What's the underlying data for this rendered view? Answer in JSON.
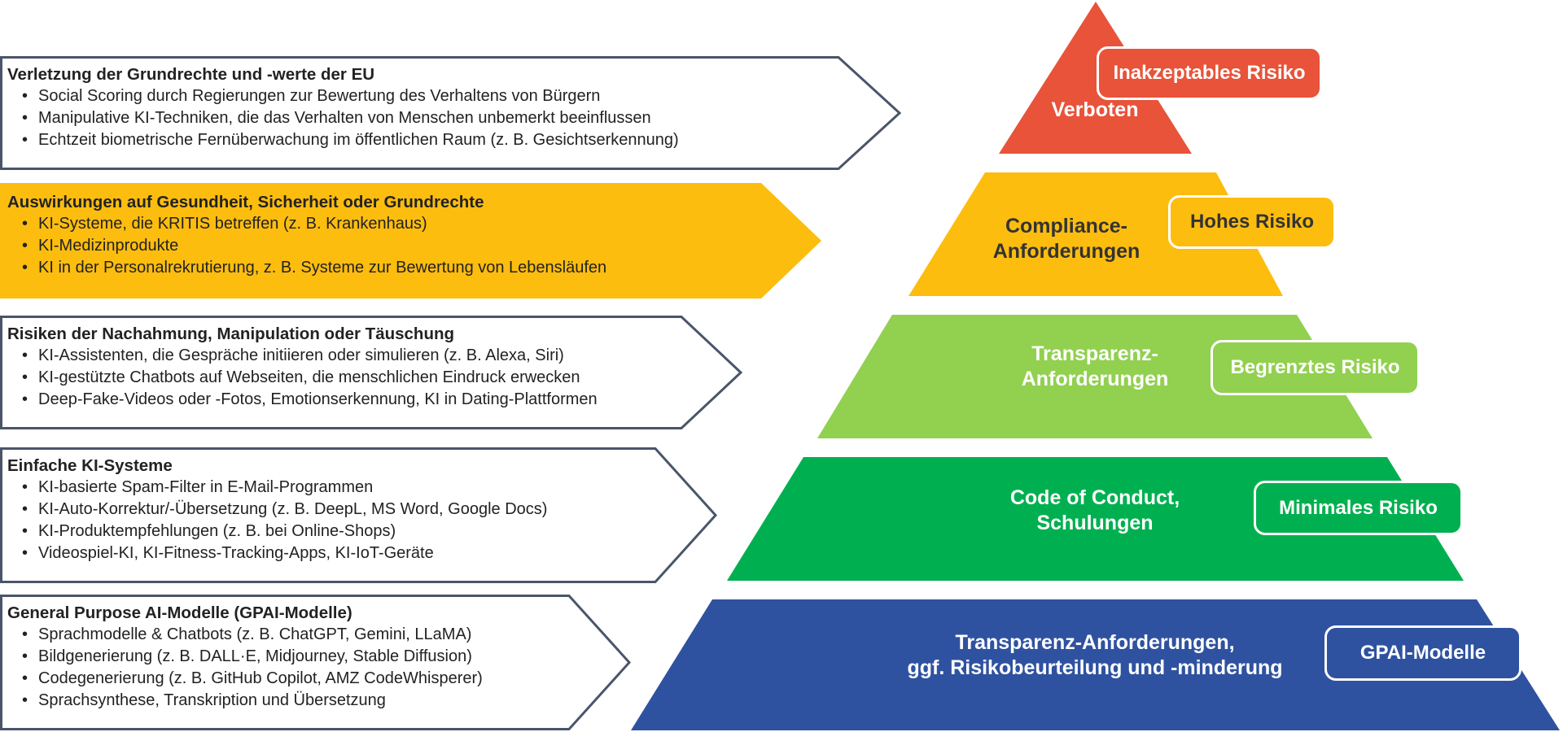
{
  "rows": [
    {
      "title": "Verletzung der Grundrechte und -werte der EU",
      "items": [
        "Social Scoring durch Regierungen zur Bewertung des Verhaltens von Bürgern",
        "Manipulative KI-Techniken, die das Verhalten von Menschen unbemerkt beeinflussen",
        "Echtzeit biometrische Fernüberwachung im öffentlichen Raum (z. B. Gesichtserkennung)"
      ],
      "fill": "#ffffff",
      "stroke": "#4a5569"
    },
    {
      "title": "Auswirkungen auf Gesundheit, Sicherheit oder Grundrechte",
      "items": [
        "KI-Systeme, die KRITIS betreffen (z. B. Krankenhaus)",
        "KI-Medizinprodukte",
        "KI in der Personalrekrutierung, z. B. Systeme zur Bewertung von Lebensläufen"
      ],
      "fill": "#fdbd0f",
      "stroke": "#fdbd0f"
    },
    {
      "title": "Risiken der Nachahmung, Manipulation oder Täuschung",
      "items": [
        "KI-Assistenten, die Gespräche initiieren oder simulieren (z. B. Alexa, Siri)",
        "KI-gestützte Chatbots auf Webseiten, die menschlichen Eindruck erwecken",
        "Deep-Fake-Videos oder -Fotos, Emotionserkennung, KI in Dating-Plattformen"
      ],
      "fill": "#ffffff",
      "stroke": "#4a5569"
    },
    {
      "title": "Einfache KI-Systeme",
      "items": [
        "KI-basierte Spam-Filter in E-Mail-Programmen",
        "KI-Auto-Korrektur/-Übersetzung (z. B. DeepL, MS Word, Google Docs)",
        "KI-Produktempfehlungen (z. B. bei Online-Shops)",
        "Videospiel-KI, KI-Fitness-Tracking-Apps, KI-IoT-Geräte"
      ],
      "fill": "#ffffff",
      "stroke": "#4a5569"
    },
    {
      "title": "General Purpose AI-Modelle (GPAI-Modelle)",
      "items": [
        "Sprachmodelle & Chatbots (z. B. ChatGPT, Gemini, LLaMA)",
        "Bildgenerierung (z. B. DALL·E, Midjourney, Stable Diffusion)",
        "Codegenerierung (z. B. GitHub Copilot, AMZ CodeWhisperer)",
        "Sprachsynthese, Transkription und Übersetzung"
      ],
      "fill": "#ffffff",
      "stroke": "#4a5569"
    }
  ],
  "pyramid": [
    {
      "text": [
        "Verboten"
      ],
      "badge": "Inakzeptables Risiko",
      "color": "#e8533a"
    },
    {
      "text": [
        "Compliance-",
        "Anforderungen"
      ],
      "badge": "Hohes Risiko",
      "color": "#fdbd0f",
      "text_color": "#333333"
    },
    {
      "text": [
        "Transparenz-",
        "Anforderungen"
      ],
      "badge": "Begrenztes Risiko",
      "color": "#92d050"
    },
    {
      "text": [
        "Code of Conduct,",
        "Schulungen"
      ],
      "badge": "Minimales Risiko",
      "color": "#00b050"
    },
    {
      "text": [
        "Transparenz-Anforderungen,",
        "ggf. Risikobeurteilung und -minderung"
      ],
      "badge": "GPAI-Modelle",
      "color": "#2f52a0"
    }
  ]
}
